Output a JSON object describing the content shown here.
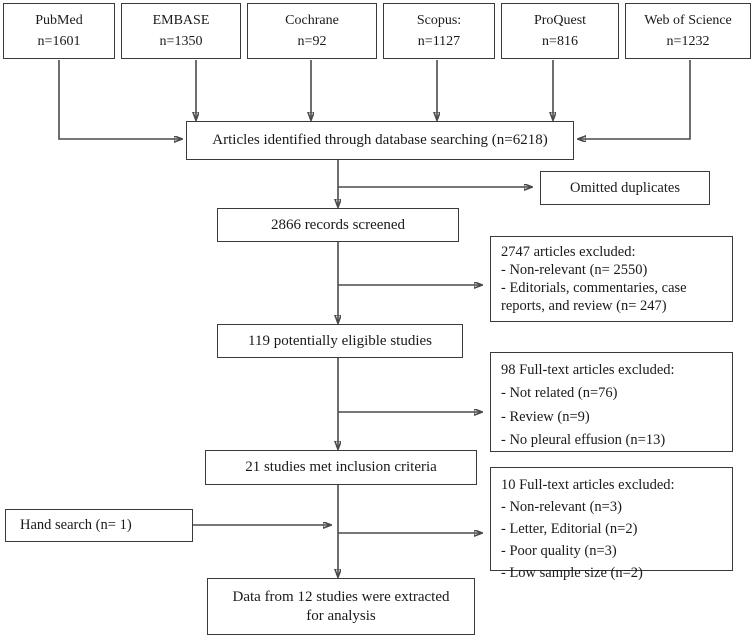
{
  "diagram": {
    "title": "PRISMA study selection flow diagram",
    "sources": [
      {
        "name": "PubMed",
        "count": "n=1601"
      },
      {
        "name": "EMBASE",
        "count": "n=1350"
      },
      {
        "name": "Cochrane",
        "count": "n=92"
      },
      {
        "name": "Scopus:",
        "count": "n=1127"
      },
      {
        "name": "ProQuest",
        "count": "n=816"
      },
      {
        "name": "Web of Science",
        "count": "n=1232"
      }
    ],
    "identified": "Articles identified through database searching (n=6218)",
    "omitted_duplicates": "Omitted duplicates",
    "records_screened": "2866 records screened",
    "excluded_screening": [
      " 2747 articles excluded:",
      "- Non-relevant (n= 2550)",
      "- Editorials, commentaries, case reports, and review (n= 247)"
    ],
    "eligible_studies": "119 potentially eligible studies",
    "excluded_fulltext_1": [
      " 98 Full-text articles excluded:",
      "- Not related (n=76)",
      "- Review (n=9)",
      "- No pleural effusion (n=13)"
    ],
    "inclusion_criteria": "21 studies met inclusion criteria",
    "excluded_fulltext_2": [
      "10 Full-text articles excluded:",
      "- Non-relevant (n=3)",
      "- Letter, Editorial (n=2)",
      "- Poor quality (n=3)",
      "- Low sample size (n=2)"
    ],
    "hand_search": "Hand search (n= 1)",
    "final": [
      "Data from 12 studies were extracted",
      "for analysis"
    ]
  },
  "colors": {
    "border": "#3a3a3a",
    "wire": "#4a4a4a",
    "text": "#1a1a1a",
    "background": "#ffffff"
  }
}
